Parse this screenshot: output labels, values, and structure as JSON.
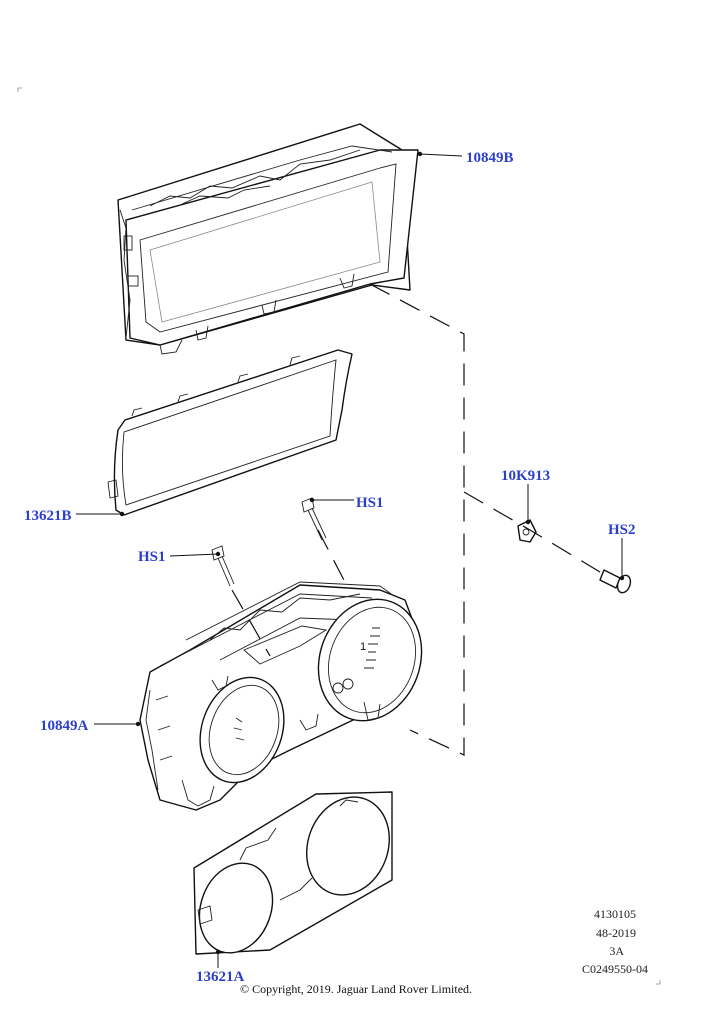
{
  "callouts": {
    "c10849B": "10849B",
    "c13621B": "13621B",
    "c10849A": "10849A",
    "c13621A": "13621A",
    "cHS1_upper": "HS1",
    "cHS1_lower": "HS1",
    "c10K913": "10K913",
    "cHS2": "HS2"
  },
  "reference_block": {
    "line1": "4130105",
    "line2": "48-2019",
    "line3": "3A",
    "line4": "C0249550-04"
  },
  "copyright": "© Copyright, 2019. Jaguar Land Rover Limited."
}
